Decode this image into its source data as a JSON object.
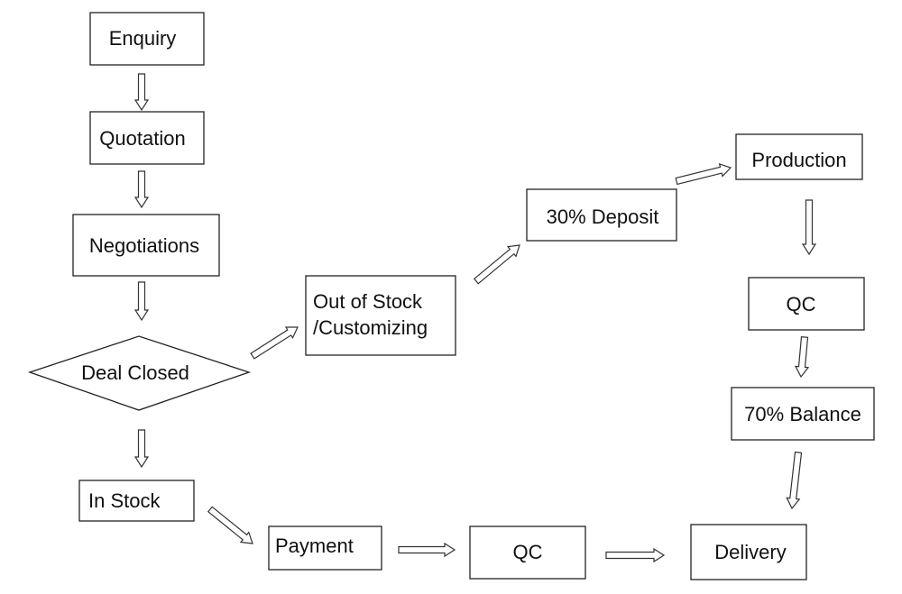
{
  "diagram": {
    "type": "flowchart",
    "nodes": {
      "enquiry": "Enquiry",
      "quotation": "Quotation",
      "negotiations": "Negotiations",
      "deal_closed": "Deal Closed",
      "out_of_stock_line1": "Out of Stock",
      "out_of_stock_line2": "/Customizing",
      "deposit": "30% Deposit",
      "production": "Production",
      "qc_top": "QC",
      "balance": "70% Balance",
      "in_stock": "In Stock",
      "payment": "Payment",
      "qc_bottom": "QC",
      "delivery": "Delivery"
    },
    "edges": [
      {
        "from": "enquiry",
        "to": "quotation"
      },
      {
        "from": "quotation",
        "to": "negotiations"
      },
      {
        "from": "negotiations",
        "to": "deal_closed"
      },
      {
        "from": "deal_closed",
        "to": "out_of_stock"
      },
      {
        "from": "out_of_stock",
        "to": "deposit"
      },
      {
        "from": "deposit",
        "to": "production"
      },
      {
        "from": "production",
        "to": "qc_top"
      },
      {
        "from": "qc_top",
        "to": "balance"
      },
      {
        "from": "balance",
        "to": "delivery"
      },
      {
        "from": "deal_closed",
        "to": "in_stock"
      },
      {
        "from": "in_stock",
        "to": "payment"
      },
      {
        "from": "payment",
        "to": "qc_bottom"
      },
      {
        "from": "qc_bottom",
        "to": "delivery"
      }
    ],
    "colors": {
      "stroke": "#222222",
      "fill": "#ffffff",
      "text": "#111111"
    }
  }
}
